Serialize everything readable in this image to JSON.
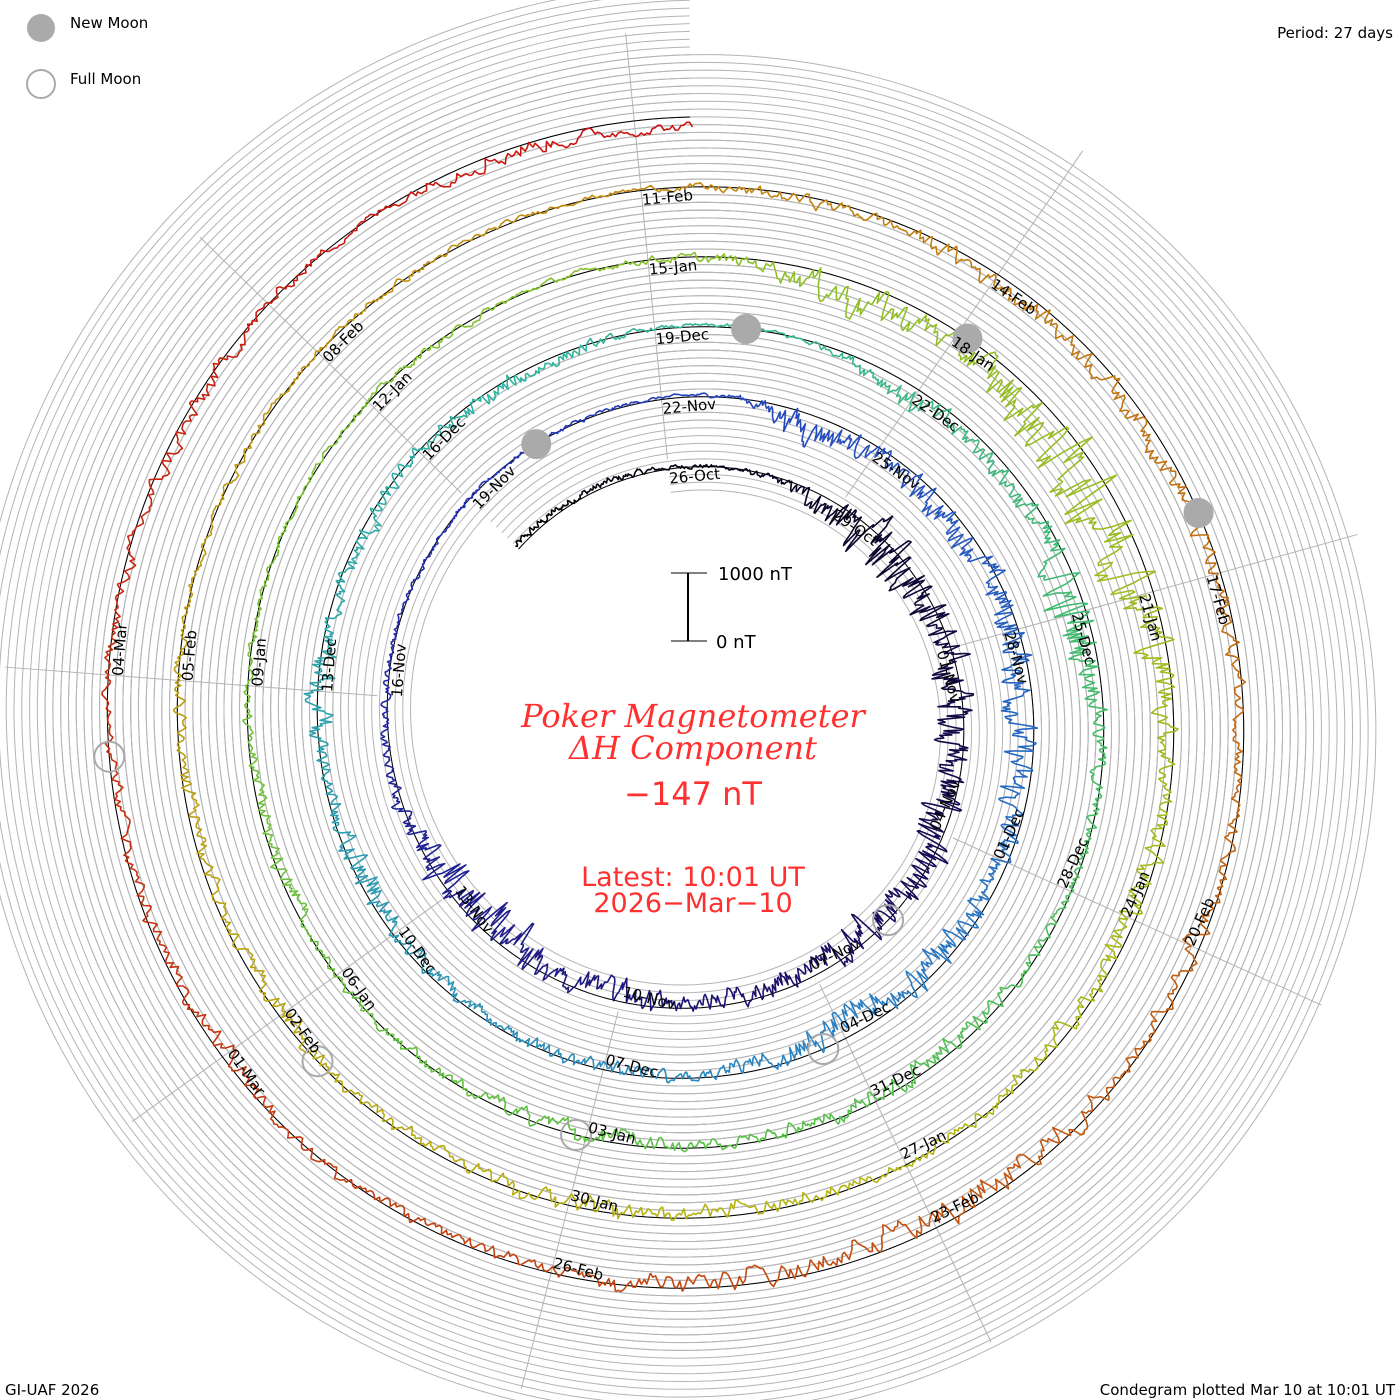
{
  "legend": {
    "new_moon": "New Moon",
    "full_moon": "Full Moon"
  },
  "period_label": "Period: 27 days",
  "footer_left": "GI-UAF 2026",
  "footer_right": "Condegram plotted Mar 10 at 10:01 UT",
  "title_line1": "Poker Magnetometer",
  "title_line2": "ΔH Component",
  "current_value": "−147 nT",
  "latest_line1": "Latest: 10:01 UT",
  "latest_line2": "2026−Mar−10",
  "scale_bar": {
    "top_label": "1000 nT",
    "bottom_label": "0 nT"
  },
  "colors": {
    "title": "#ff3030",
    "grid": "#b4b4b4",
    "baseline": "#000000",
    "moon": "#aaaaaa",
    "gradient": [
      "#000000",
      "#1c0c60",
      "#2233bb",
      "#2a7fc4",
      "#2fb4a0",
      "#55c04a",
      "#86c22c",
      "#b5b512",
      "#c28a10",
      "#c24a10",
      "#cc1010"
    ]
  },
  "chart_data": {
    "type": "line",
    "subtype": "condegram-spiral",
    "title": "Poker Magnetometer ΔH Component",
    "period_days": 27,
    "units": "nT",
    "scale_nT": 1000,
    "start_date": "2025-10-23",
    "end": "2026-03-10 10:01 UT",
    "latest_value_nT": -147,
    "date_labels": [
      "26-Oct",
      "29-Oct",
      "01-Nov",
      "04-Nov",
      "07-Nov",
      "10-Nov",
      "13-Nov",
      "16-Nov",
      "19-Nov",
      "22-Nov",
      "25-Nov",
      "28-Nov",
      "01-Dec",
      "04-Dec",
      "07-Dec",
      "10-Dec",
      "13-Dec",
      "16-Dec",
      "19-Dec",
      "22-Dec",
      "25-Dec",
      "28-Dec",
      "31-Dec",
      "03-Jan",
      "06-Jan",
      "09-Jan",
      "12-Jan",
      "15-Jan",
      "18-Jan",
      "21-Jan",
      "24-Jan",
      "27-Jan",
      "30-Jan",
      "02-Feb",
      "05-Feb",
      "08-Feb",
      "11-Feb",
      "14-Feb",
      "17-Feb",
      "20-Feb",
      "23-Feb",
      "26-Feb",
      "01-Mar",
      "04-Mar"
    ],
    "date_label_step_days": 3,
    "daily_activity_amplitude_nT": [
      60,
      60,
      60,
      40,
      30,
      60,
      250,
      400,
      300,
      250,
      300,
      250,
      350,
      250,
      250,
      200,
      150,
      120,
      200,
      150,
      400,
      400,
      150,
      80,
      60,
      40,
      30,
      30,
      30,
      40,
      20,
      40,
      250,
      150,
      200,
      200,
      250,
      250,
      250,
      150,
      200,
      250,
      250,
      150,
      100,
      100,
      100,
      100,
      150,
      200,
      100,
      250,
      100,
      150,
      80,
      150,
      100,
      30,
      30,
      60,
      200,
      150,
      200,
      400,
      150,
      100,
      80,
      100,
      150,
      150,
      100,
      100,
      150,
      100,
      80,
      60,
      150,
      100,
      60,
      60,
      40,
      40,
      60,
      40,
      60,
      100,
      300,
      200,
      400,
      500,
      400,
      200,
      150,
      200,
      150,
      100,
      80,
      100,
      150,
      150,
      100,
      100,
      150,
      100,
      150,
      80,
      60,
      60,
      40,
      60,
      40,
      40,
      100,
      100,
      150,
      150,
      150,
      150,
      100,
      100,
      150,
      100,
      200,
      200,
      150,
      150,
      100,
      100,
      80,
      150,
      100,
      100,
      80,
      100,
      150,
      80,
      60,
      150,
      80
    ],
    "daily_mean_nT": [
      50,
      50,
      50,
      20,
      0,
      -50,
      -150,
      -100,
      0,
      -100,
      -100,
      -150,
      -200,
      -100,
      -150,
      -100,
      -50,
      -50,
      -150,
      -100,
      -200,
      -150,
      0,
      50,
      30,
      20,
      0,
      0,
      0,
      10,
      30,
      20,
      -200,
      -100,
      -150,
      -100,
      -100,
      -200,
      -250,
      -100,
      -100,
      -150,
      -200,
      -100,
      -50,
      -50,
      -50,
      -50,
      -100,
      -100,
      -50,
      -100,
      -50,
      -100,
      0,
      -100,
      -50,
      20,
      20,
      -30,
      -200,
      -100,
      -150,
      -250,
      -50,
      -50,
      0,
      -50,
      -100,
      -50,
      -50,
      -50,
      -100,
      -50,
      0,
      0,
      -100,
      -50,
      0,
      0,
      20,
      20,
      -30,
      20,
      0,
      -50,
      -250,
      -150,
      -300,
      -300,
      -200,
      -100,
      -50,
      -100,
      -100,
      -50,
      0,
      -50,
      -100,
      -50,
      -50,
      -50,
      -100,
      -50,
      -100,
      0,
      0,
      0,
      20,
      0,
      20,
      20,
      -50,
      -50,
      -100,
      -100,
      -100,
      -100,
      -50,
      -50,
      -100,
      -50,
      -100,
      -150,
      -100,
      -50,
      -50,
      -50,
      0,
      -100,
      -50,
      -50,
      0,
      -50,
      -100,
      0,
      0,
      -50,
      -147
    ],
    "new_moons_days_after_26Oct": [
      25.2,
      55.0,
      84.1,
      113.5
    ],
    "full_moons_days_after_26Oct": [
      10.6,
      39.3,
      69.1,
      98.5,
      128.4
    ]
  }
}
